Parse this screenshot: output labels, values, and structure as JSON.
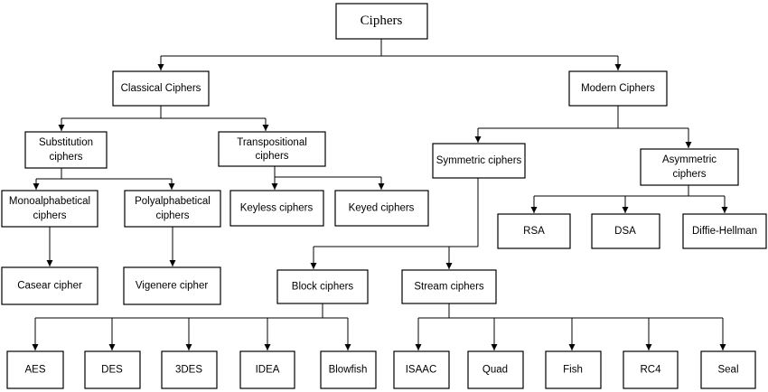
{
  "nodes": {
    "ciphers": "Ciphers",
    "classical": "Classical Ciphers",
    "modern": "Modern Ciphers",
    "substitution": [
      "Substitution",
      "ciphers"
    ],
    "transpositional": [
      "Transpositional",
      "ciphers"
    ],
    "symmetric": "Symmetric ciphers",
    "asymmetric": [
      "Asymmetric",
      "ciphers"
    ],
    "monoalphabetical": [
      "Monoalphabetical",
      "ciphers"
    ],
    "polyalphabetical": [
      "Polyalphabetical",
      "ciphers"
    ],
    "keyless": "Keyless  ciphers",
    "keyed": "Keyed ciphers",
    "rsa": "RSA",
    "dsa": "DSA",
    "diffie_hellman": "Diffie-Hellman",
    "casear": "Casear cipher",
    "vigenere": "Vigenere cipher",
    "block": "Block ciphers",
    "stream": "Stream ciphers",
    "aes": "AES",
    "des": "DES",
    "3des": "3DES",
    "idea": "IDEA",
    "blowfish": "Blowfish",
    "isaac": "ISAAC",
    "quad": "Quad",
    "fish": "Fish",
    "rc4": "RC4",
    "seal": "Seal"
  }
}
